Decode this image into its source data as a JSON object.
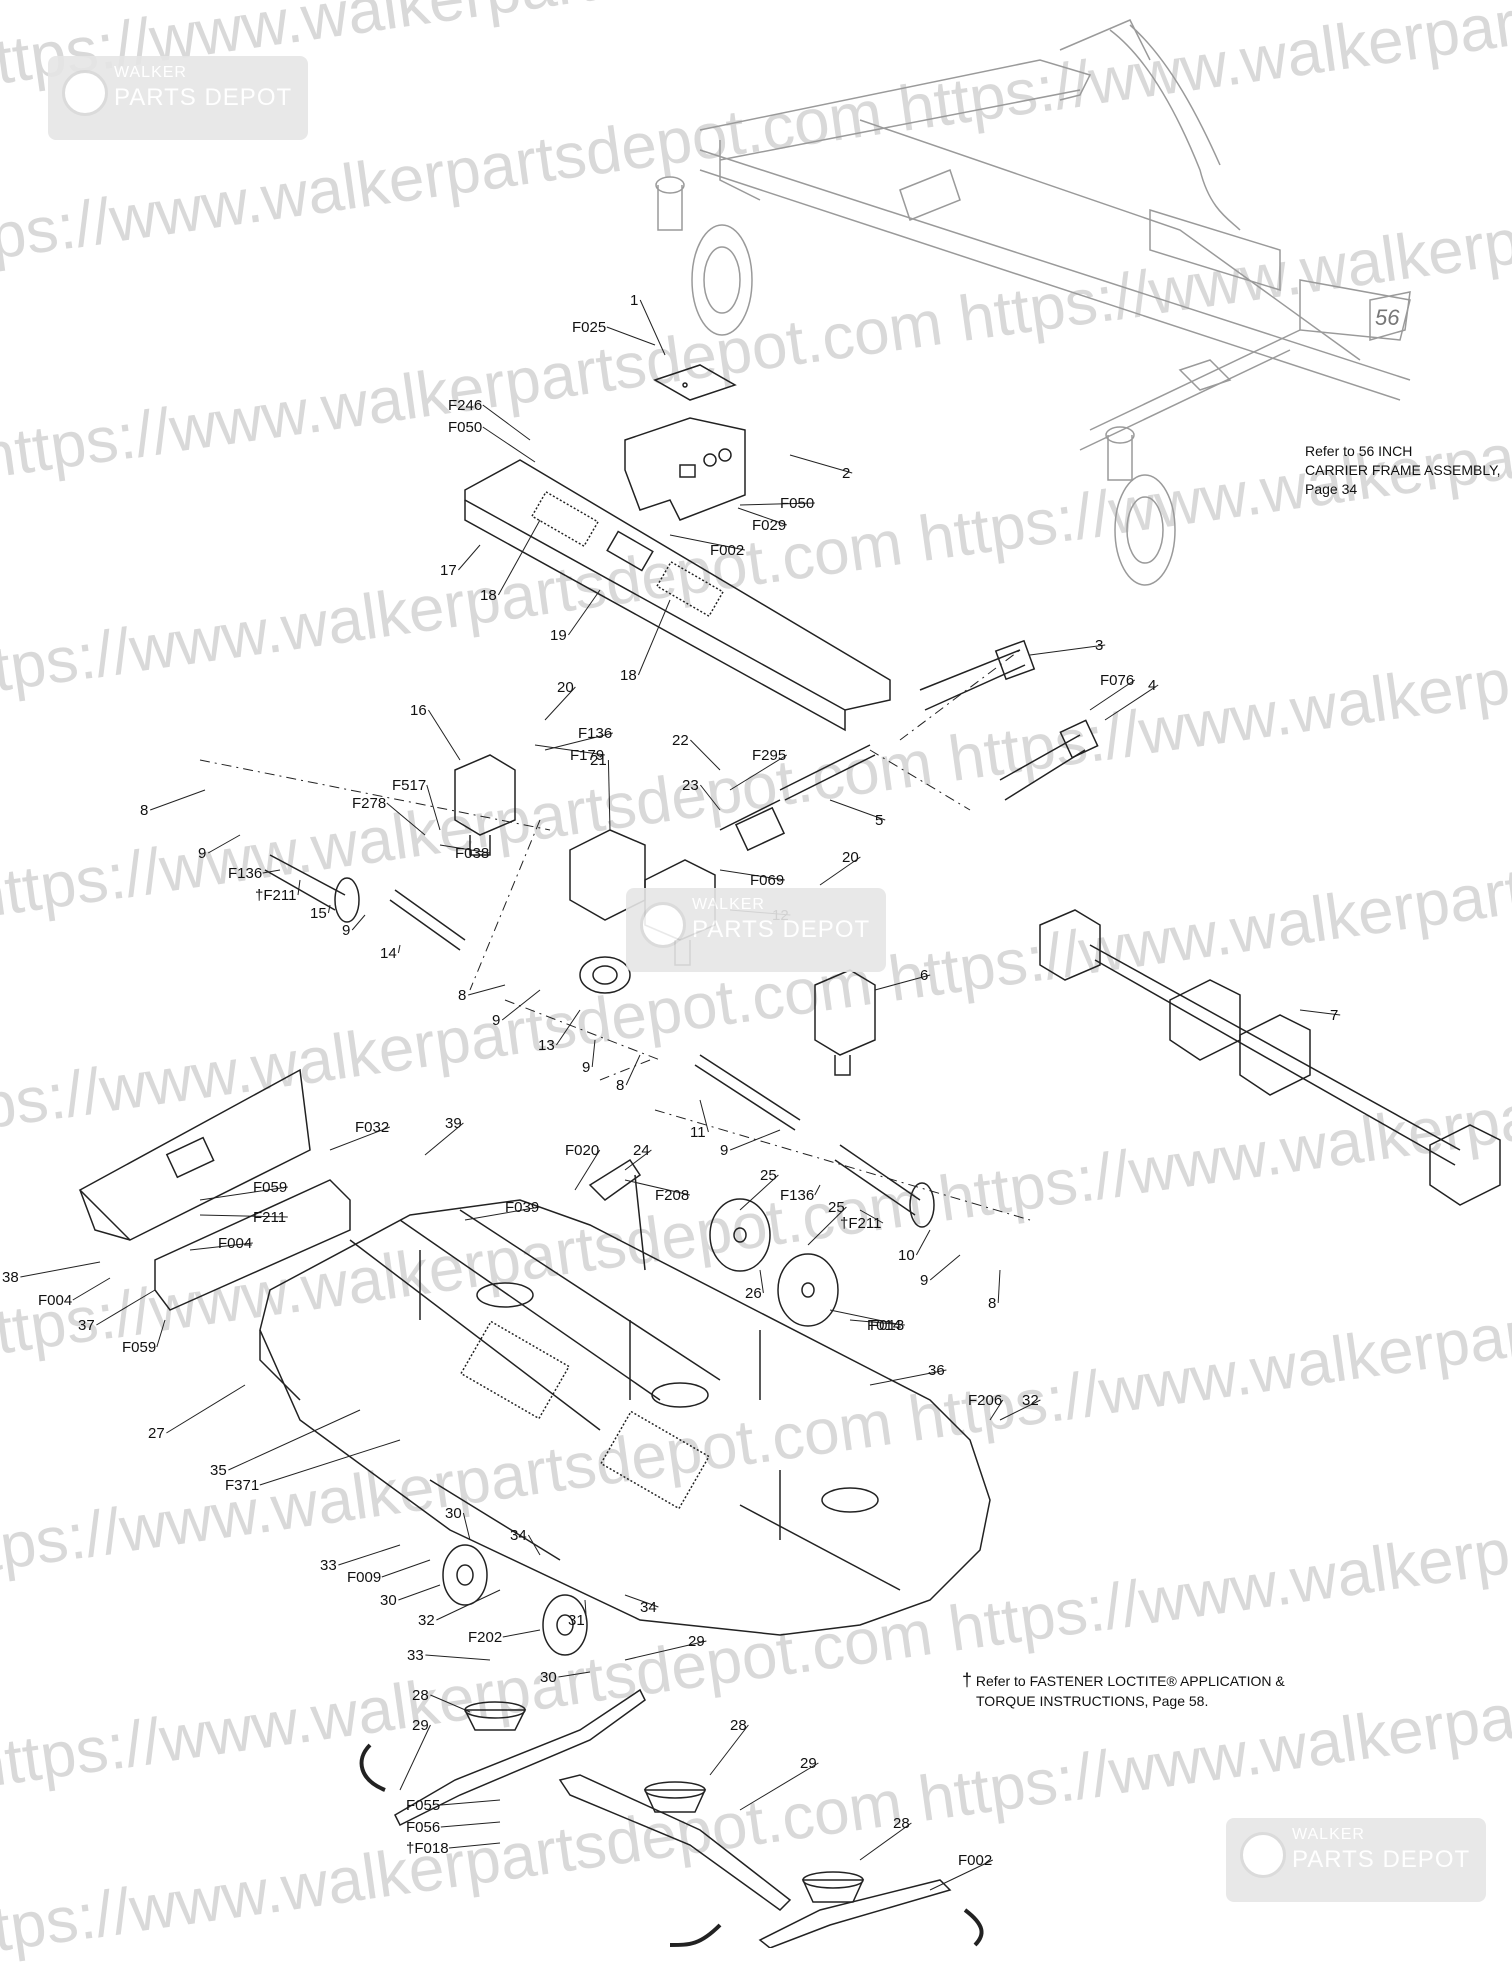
{
  "watermarks": {
    "url": "https://www.walkerpartsdepot.com",
    "badge_top": "WALKER",
    "badge_bottom": "PARTS DEPOT"
  },
  "notes": {
    "carrier": [
      "Refer to 56 INCH",
      "CARRIER FRAME ASSEMBLY,",
      "Page 34"
    ],
    "loctite_line1": "Refer to FASTENER LOCTITE® APPLICATION &",
    "loctite_line2": "TORQUE INSTRUCTIONS, Page 58.",
    "dagger": "†"
  },
  "frame_badge": "56",
  "labels": [
    "1",
    "F025",
    "F246",
    "F050",
    "2",
    "F050",
    "F029",
    "F002",
    "17",
    "18",
    "19",
    "18",
    "3",
    "F076",
    "4",
    "20",
    "16",
    "F136",
    "F179",
    "22",
    "F295",
    "21",
    "23",
    "5",
    "8",
    "9",
    "F278",
    "F517",
    "F136",
    "F038",
    "†F211",
    "15",
    "9",
    "14",
    "F069",
    "20",
    "12",
    "8",
    "9",
    "13",
    "9",
    "6",
    "7",
    "8",
    "11",
    "9",
    "F136",
    "†F211",
    "10",
    "9",
    "8",
    "F032",
    "39",
    "F020",
    "24",
    "F208",
    "25",
    "25",
    "26",
    "F014",
    "F059",
    "F211",
    "F004",
    "F039",
    "38",
    "F004",
    "37",
    "F059",
    "F013",
    "36",
    "27",
    "F206",
    "32",
    "35",
    "F371",
    "30",
    "33",
    "F009",
    "34",
    "30",
    "32",
    "31",
    "34",
    "F202",
    "33",
    "30",
    "29",
    "28",
    "29",
    "28",
    "29",
    "28",
    "F002",
    "F055",
    "F056",
    "†F018"
  ]
}
